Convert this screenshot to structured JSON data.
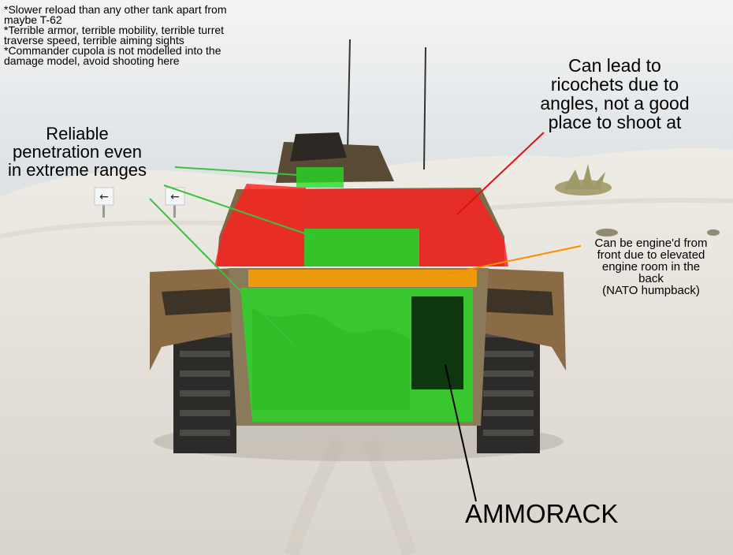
{
  "annotations": {
    "notes": [
      "*Slower reload than any other tank apart from maybe T-62",
      "*Terrible armor, terrible mobility, terrible turret traverse speed, terrible aiming sights",
      "*Commander cupola is not modelled into the damage model, avoid shooting here"
    ],
    "penetration_label": "Reliable\npenetration even\nin extreme ranges",
    "ricochet_label": "Can lead to\nricochets due to\nangles, not a good\nplace to shoot at",
    "engine_label": "Can be engine'd from\nfront due to elevated\nengine room in the\nback\n(NATO humpback)",
    "ammorack_label": "AMMORACK"
  },
  "colors": {
    "weak_zone": "#22dd22",
    "strong_zone": "#ff2020",
    "engine_zone": "#ffa000",
    "ammorack_zone": "#0b2a0b",
    "sky": "#eef0f1",
    "sand": "#e9e5de"
  },
  "sign_arrow_glyph": "←"
}
